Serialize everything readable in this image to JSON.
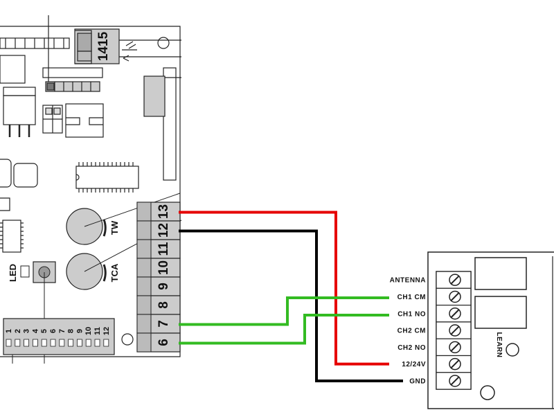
{
  "board": {
    "upper_terminal": [
      "14",
      "15"
    ],
    "terminals": [
      "13",
      "12",
      "11",
      "10",
      "9",
      "8",
      "7",
      "6"
    ],
    "trimmers": [
      "TW",
      "TCA"
    ],
    "led_label": "LED",
    "dip_switch": [
      "1",
      "2",
      "3",
      "4",
      "5",
      "6",
      "7",
      "8",
      "9",
      "10",
      "11",
      "12"
    ]
  },
  "receiver": {
    "labels": [
      "ANTENNA",
      "CH1 CM",
      "CH1 NO",
      "CH2 CM",
      "CH2 NO",
      "12/24V",
      "GND"
    ],
    "learn_label": "LEARN"
  },
  "wires": [
    {
      "from": "13",
      "to": "12/24V",
      "color": "#e60000"
    },
    {
      "from": "12",
      "to": "GND",
      "color": "#000000"
    },
    {
      "from": "7",
      "to": "CH1 CM",
      "color": "#33bb22"
    },
    {
      "from": "6",
      "to": "CH1 NO",
      "color": "#33bb22"
    }
  ]
}
